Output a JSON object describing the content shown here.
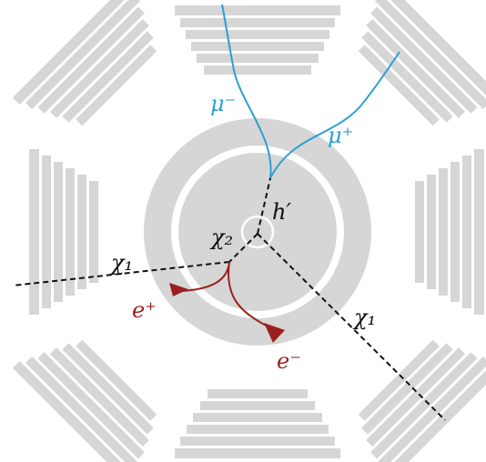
{
  "colors": {
    "muon": "#2a9fd6",
    "electron": "#9c1f1f",
    "detector": "#d6d6d6",
    "invisible": "#111111"
  },
  "labels": {
    "mu_minus": "μ⁻",
    "mu_plus": "μ⁺",
    "h_prime": "h′",
    "chi2": "χ₂",
    "chi1_left": "χ₁",
    "chi1_right": "χ₁",
    "e_plus": "e⁺",
    "e_minus": "e⁻"
  }
}
